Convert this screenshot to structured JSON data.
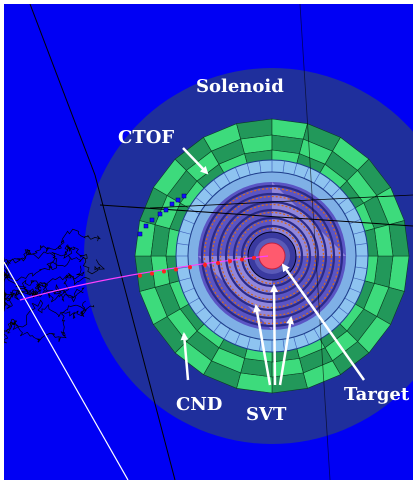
{
  "labels": {
    "solenoid": "Solenoid",
    "ctof": "CTOF",
    "cnd": "CND",
    "svt": "SVT",
    "target": "Target"
  },
  "colors": {
    "background": "#0000f4",
    "solenoid": "#1f2f9c",
    "cnd_dark": "#22985a",
    "cnd_light": "#3ddb7c",
    "ctof": "#8ec4f0",
    "ctof_inner": "#7fb0e6",
    "svt_region": "#5a54c4",
    "svt_lilac": "#9a8fe0",
    "svt_dark": "#2a2a88",
    "target": "#ff5a6e",
    "track_red": "#ff2020",
    "track_blue": "#1010ff",
    "text": "#ffffff"
  }
}
